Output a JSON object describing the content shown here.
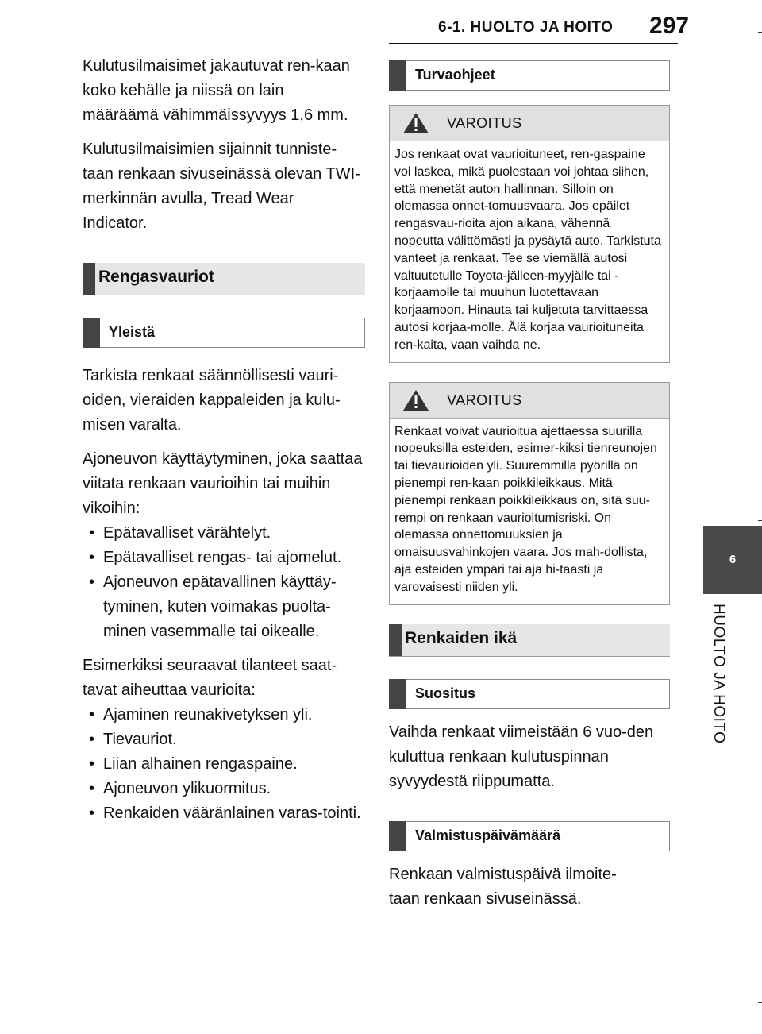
{
  "header": {
    "section": "6-1. HUOLTO JA HOITO",
    "page_number": "297"
  },
  "side_tab": {
    "number": "6",
    "label": "HUOLTO JA HOITO"
  },
  "left": {
    "intro1": "Kulutusilmaisimet jakautuvat ren-kaan koko kehälle ja niissä on lain määräämä vähimmäissyvyys 1,6 mm.",
    "intro2": "Kulutusilmaisimien sijainnit tunniste-taan renkaan sivuseinässä olevan TWI-merkinnän avulla, Tread Wear Indicator.",
    "section_title": "Rengasvauriot",
    "sub_title": "Yleistä",
    "para1": "Tarkista renkaat säännöllisesti vauri-oiden, vieraiden kappaleiden ja kulu-misen varalta.",
    "para2": "Ajoneuvon käyttäytyminen, joka saattaa viitata renkaan vaurioihin tai muihin vikoihin:",
    "list1": [
      "Epätavalliset värähtelyt.",
      "Epätavalliset rengas- tai ajomelut.",
      "Ajoneuvon epätavallinen käyttäy-tyminen, kuten voimakas puolta-minen vasemmalle tai oikealle."
    ],
    "para3": "Esimerkiksi seuraavat tilanteet saat-tavat aiheuttaa vaurioita:",
    "list2": [
      "Ajaminen reunakivetyksen yli.",
      "Tievauriot.",
      "Liian alhainen rengaspaine.",
      "Ajoneuvon ylikuormitus.",
      "Renkaiden vääränlainen varas-tointi."
    ]
  },
  "right": {
    "safety_title": "Turvaohjeet",
    "warning1": {
      "title": "VAROITUS",
      "text": "Jos renkaat ovat vaurioituneet, ren-gaspaine voi laskea, mikä puolestaan voi johtaa siihen, että menetät auton hallinnan. Silloin on olemassa onnet-tomuusvaara. Jos epäilet rengasvau-rioita ajon aikana, vähennä nopeutta välittömästi ja pysäytä auto. Tarkistuta vanteet ja renkaat. Tee se viemällä autosi valtuutetulle Toyota-jälleen-myyjälle tai -korjaamolle tai muuhun luotettavaan korjaamoon. Hinauta tai kuljetuta tarvittaessa autosi korjaa-molle. Älä korjaa vaurioituneita ren-kaita, vaan vaihda ne."
    },
    "warning2": {
      "title": "VAROITUS",
      "text": "Renkaat voivat vaurioitua ajettaessa suurilla nopeuksilla esteiden, esimer-kiksi tienreunojen tai tievaurioiden yli. Suuremmilla pyörillä on pienempi ren-kaan poikkileikkaus. Mitä pienempi renkaan poikkileikkaus on, sitä suu-rempi on renkaan vaurioitumisriski. On olemassa onnettomuuksien ja omaisuusvahinkojen vaara. Jos mah-dollista, aja esteiden ympäri tai aja hi-taasti ja varovaisesti niiden yli."
    },
    "age_title": "Renkaiden ikä",
    "recommendation_title": "Suositus",
    "recommendation_text": "Vaihda renkaat viimeistään 6 vuo-den kuluttua renkaan kulutuspinnan syvyydestä riippumatta.",
    "manufacture_title": "Valmistuspäivämäärä",
    "manufacture_text": "Renkaan valmistuspäivä ilmoite-taan renkaan sivuseinässä."
  }
}
